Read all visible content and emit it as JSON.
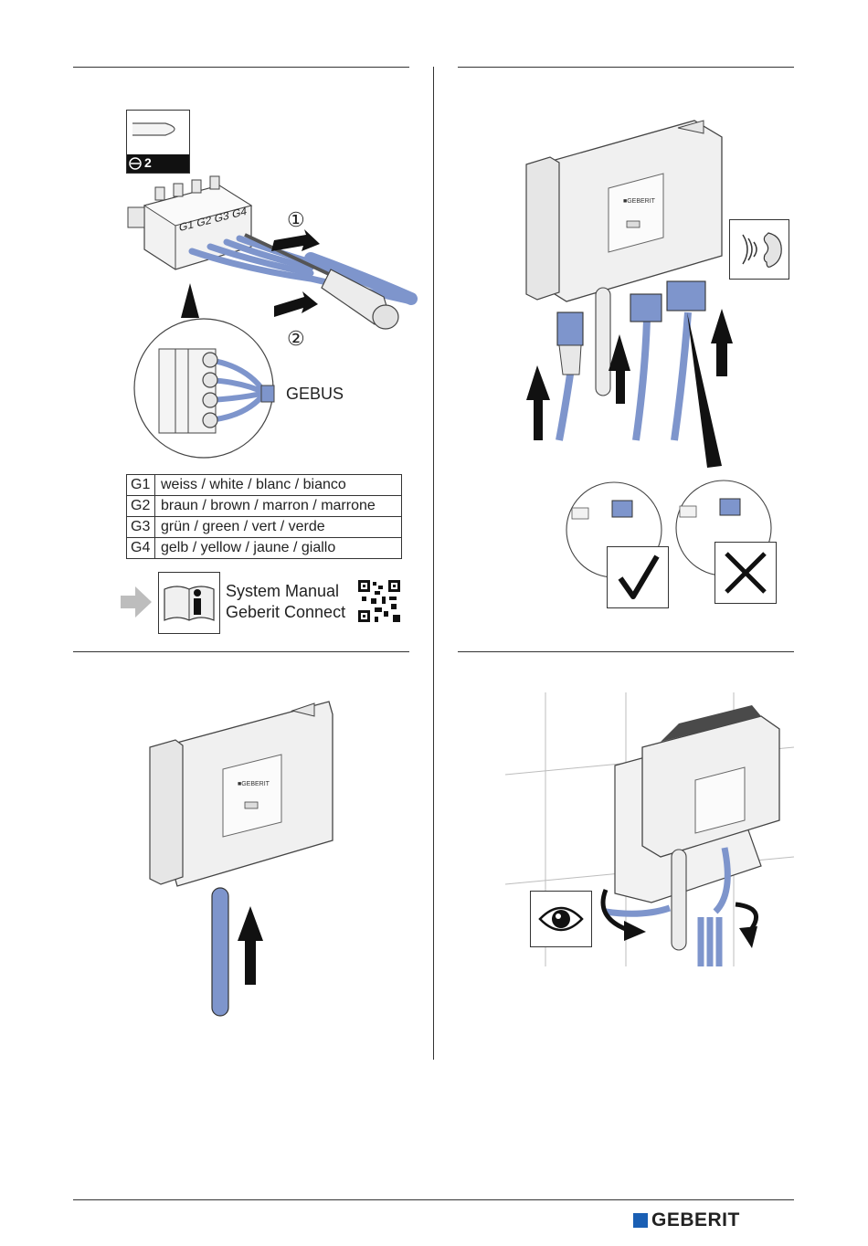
{
  "tool_badge": {
    "label": "2"
  },
  "steps": {
    "callout_1": "①",
    "callout_2": "②"
  },
  "connector": {
    "terminal_labels": [
      "G1",
      "G2",
      "G3",
      "G4"
    ],
    "bus_label": "GEBUS"
  },
  "wire_colors": [
    {
      "code": "G1",
      "description": "weiss / white / blanc / bianco"
    },
    {
      "code": "G2",
      "description": "braun / brown / marron / marrone"
    },
    {
      "code": "G3",
      "description": "grün / green / vert / verde"
    },
    {
      "code": "G4",
      "description": "gelb / yellow / jaune / giallo"
    }
  ],
  "info": {
    "line1": "System Manual",
    "line2": "Geberit Connect"
  },
  "footer": {
    "brand": "GEBERIT"
  },
  "colors": {
    "accent_blue": "#8da3d6",
    "brand_blue": "#1a5fb4"
  }
}
